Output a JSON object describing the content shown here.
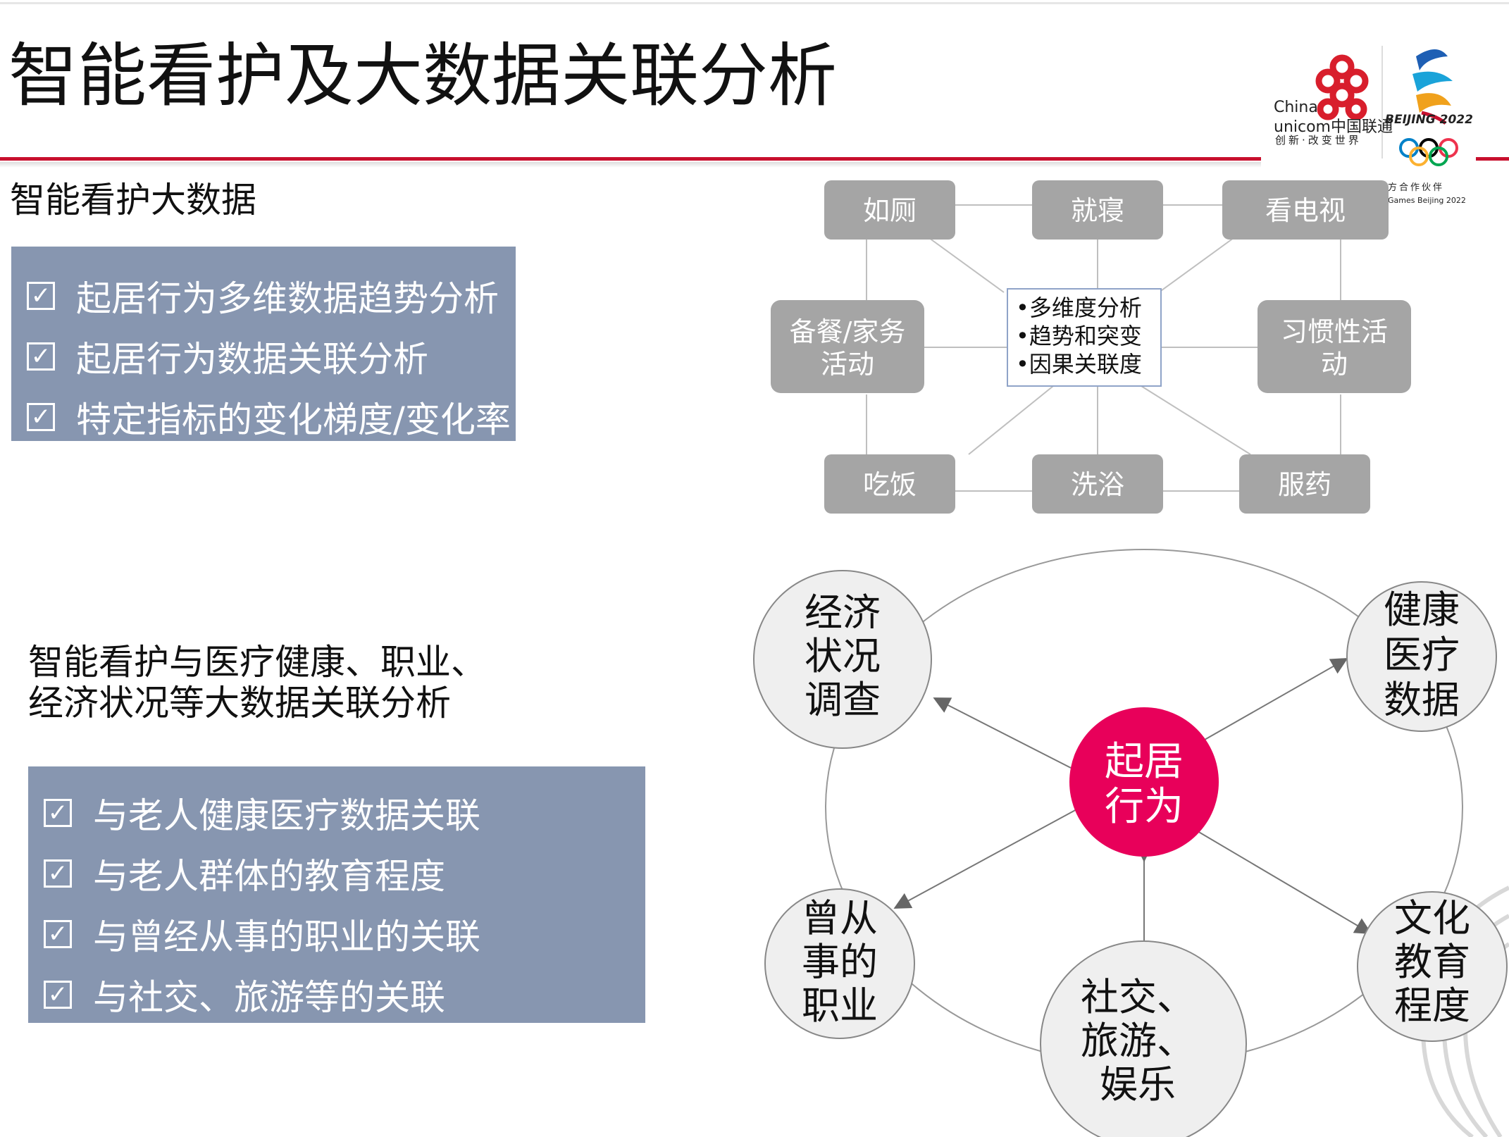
{
  "slide": {
    "title": "智能看护及大数据关联分析",
    "section1_heading": "智能看护大数据",
    "box1_items": [
      "起居行为多维数据趋势分析",
      "起居行为数据关联分析",
      "特定指标的变化梯度/变化率"
    ],
    "section2_heading_line1": "智能看护与医疗健康、职业、",
    "section2_heading_line2": "经济状况等大数据关联分析",
    "box2_items": [
      "与老人健康医疗数据关联",
      "与老人群体的教育程度",
      "与曾经从事的职业的关联",
      "与社交、旅游等的关联"
    ],
    "check_symbol": "☑"
  },
  "logos": {
    "unicom_line1": "China",
    "unicom_line2": "unicom中国联通",
    "unicom_slogan": "创新·改变世界",
    "beijing_text": "BEIJING 2022",
    "partner_line1": "方合作伙伴",
    "partner_line2": "Games Beijing 2022"
  },
  "activity_diagram": {
    "nodes": {
      "toilet": "如厕",
      "sleep": "就寝",
      "tv": "看电视",
      "cooking_line1": "备餐/家务",
      "cooking_line2": "活动",
      "habit_line1": "习惯性活",
      "habit_line2": "动",
      "eat": "吃饭",
      "bath": "洗浴",
      "medicine": "服药"
    },
    "center_lines": [
      "•多维度分析",
      "•趋势和突变",
      "•因果关联度"
    ]
  },
  "relation_diagram": {
    "center_line1": "起居",
    "center_line2": "行为",
    "economic": [
      "经济",
      "状况",
      "调查"
    ],
    "health": [
      "健康",
      "医疗",
      "数据"
    ],
    "career": [
      "曾从",
      "事的",
      "职业"
    ],
    "social": [
      "社交、",
      "旅游、",
      "娱乐"
    ],
    "education": [
      "文化",
      "教育",
      "程度"
    ]
  },
  "colors": {
    "accent_red": "#c8102e",
    "box_bg": "#8796b0",
    "node_gray": "#a5a5a5",
    "center_pink": "#e8005a",
    "circle_fill": "#efefef"
  }
}
